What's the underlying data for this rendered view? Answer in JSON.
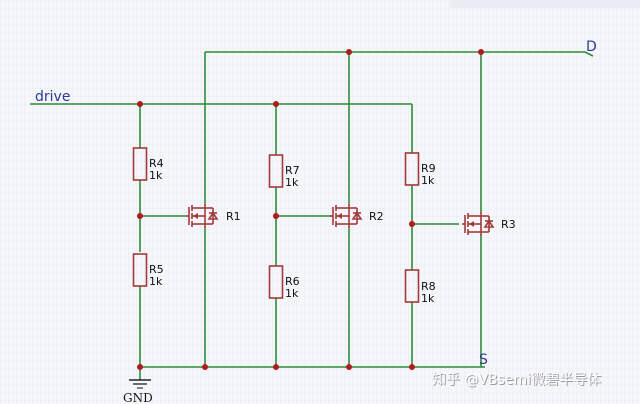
{
  "nets": {
    "drive": "drive",
    "drain": "D",
    "source": "S",
    "ground": "GND"
  },
  "resistors": [
    {
      "ref": "R4",
      "value": "1k"
    },
    {
      "ref": "R5",
      "value": "1k"
    },
    {
      "ref": "R7",
      "value": "1k"
    },
    {
      "ref": "R6",
      "value": "1k"
    },
    {
      "ref": "R9",
      "value": "1k"
    },
    {
      "ref": "R8",
      "value": "1k"
    }
  ],
  "transistors": [
    {
      "ref": "R1"
    },
    {
      "ref": "R2"
    },
    {
      "ref": "R3"
    }
  ],
  "watermark": "知乎 @VBsemi微碧半导体",
  "colors": {
    "wire": "#2e8b3a",
    "component": "#a33a3a",
    "junction": "#b01a1a",
    "net_label": "#2d3b93",
    "grid": "#dfe4ee"
  }
}
